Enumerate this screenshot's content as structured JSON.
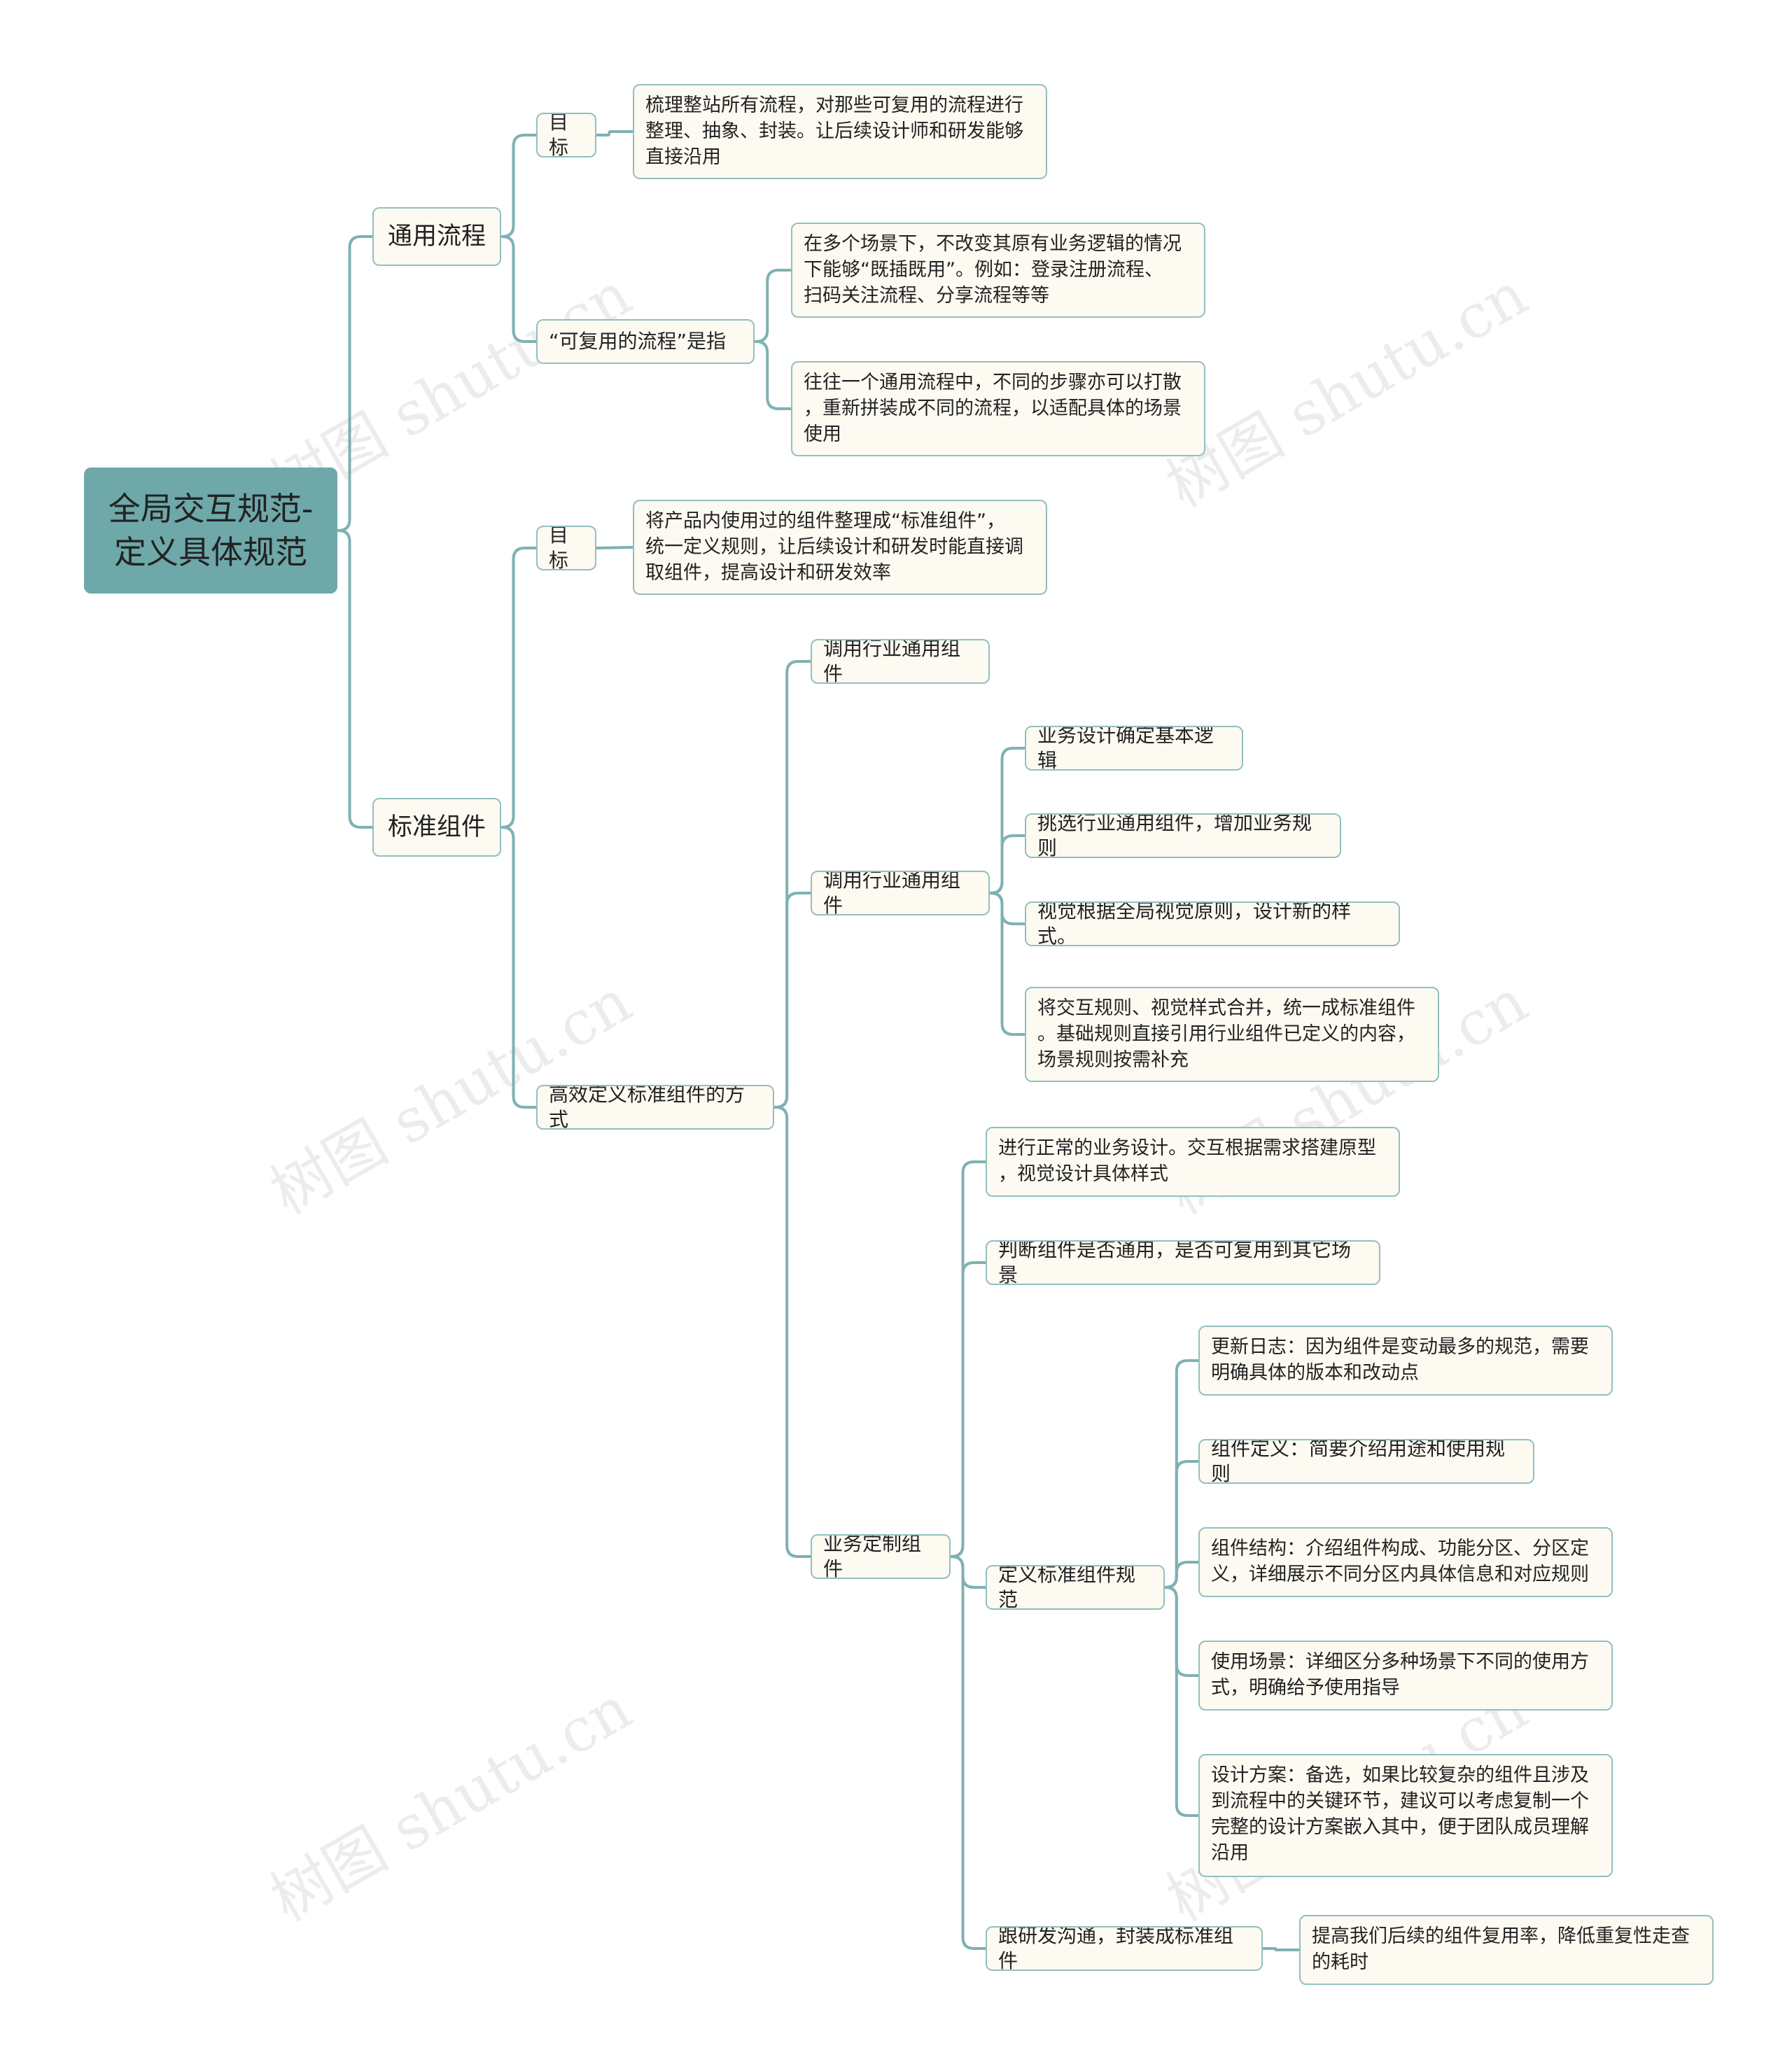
{
  "watermark": "树图 shutu.cn",
  "colors": {
    "link": "#7fb1b2",
    "node_border": "#93bfc0",
    "node_bg": "#fdfaf1",
    "root_bg": "#6ea8a9"
  },
  "root": {
    "text": "全局交互规范-\n定义具体规范"
  },
  "branches": [
    {
      "label": "通用流程",
      "children": [
        {
          "label": "目标",
          "detail": "梳理整站所有流程，对那些可复用的流程进行\n整理、抽象、封装。让后续设计师和研发能够\n直接沿用"
        },
        {
          "label": "“可复用的流程”是指",
          "items": [
            "在多个场景下，不改变其原有业务逻辑的情况\n下能够“既插既用”。例如：登录注册流程、\n扫码关注流程、分享流程等等",
            "往往一个通用流程中，不同的步骤亦可以打散\n，重新拼装成不同的流程，以适配具体的场景\n使用"
          ]
        }
      ]
    },
    {
      "label": "标准组件",
      "children": [
        {
          "label": "目标",
          "detail": "将产品内使用过的组件整理成“标准组件”，\n统一定义规则，让后续设计和研发时能直接调\n取组件，提高设计和研发效率"
        },
        {
          "label": "高效定义标准组件的方式",
          "methods": [
            {
              "label": "调用行业通用组件"
            },
            {
              "label": "调用行业通用组件",
              "steps": [
                "业务设计确定基本逻辑",
                "挑选行业通用组件，增加业务规则",
                "视觉根据全局视觉原则，设计新的样式。",
                "将交互规则、视觉样式合并，统一成标准组件\n。基础规则直接引用行业组件已定义的内容，\n场景规则按需补充"
              ]
            },
            {
              "label": "业务定制组件",
              "steps": [
                "进行正常的业务设计。交互根据需求搭建原型\n，视觉设计具体样式",
                "判断组件是否通用，是否可复用到其它场景",
                "定义标准组件规范",
                "跟研发沟通，封装成标准组件"
              ],
              "spec_items": [
                "更新日志：因为组件是变动最多的规范，需要\n明确具体的版本和改动点",
                "组件定义：简要介绍用途和使用规则",
                "组件结构：介绍组件构成、功能分区、分区定\n义，详细展示不同分区内具体信息和对应规则",
                "使用场景：详细区分多种场景下不同的使用方\n式，明确给予使用指导",
                "设计方案：备选，如果比较复杂的组件且涉及\n到流程中的关键环节，建议可以考虑复制一个\n完整的设计方案嵌入其中，便于团队成员理解\n沿用"
              ],
              "encapsulate_detail": "提高我们后续的组件复用率，降低重复性走查\n的耗时"
            }
          ]
        }
      ]
    }
  ]
}
